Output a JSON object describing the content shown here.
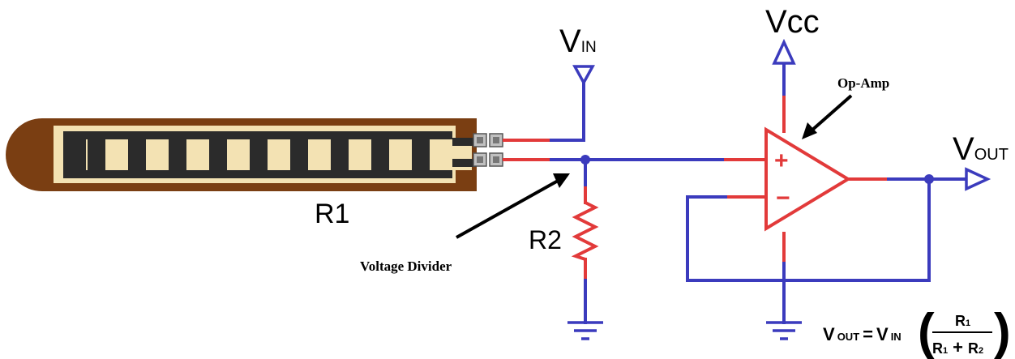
{
  "labels": {
    "vin_main": "V",
    "vin_sub": "IN",
    "vcc": "Vcc",
    "vout_main": "V",
    "vout_sub": "OUT",
    "r1": "R1",
    "r2": "R2",
    "plus": "+",
    "minus": "−"
  },
  "annotations": {
    "op_amp": "Op-Amp",
    "voltage_divider": "Voltage Divider"
  },
  "formula": {
    "lhs_v": "V",
    "lhs_sub": "OUT",
    "equals": "=",
    "rhs_v": "V",
    "rhs_sub": "IN",
    "numerator": "R",
    "numerator_sub": "1",
    "denominator_a": "R",
    "denominator_a_sub": "1",
    "plus": "+",
    "denominator_b": "R",
    "denominator_b_sub": "2"
  },
  "colors": {
    "wire_blue": "#3b3bbd",
    "wire_red": "#e23a3a",
    "sensor_brown": "#7a3e12",
    "sensor_inner": "#f3e2b3",
    "sensor_trace": "#2b2b2b"
  }
}
